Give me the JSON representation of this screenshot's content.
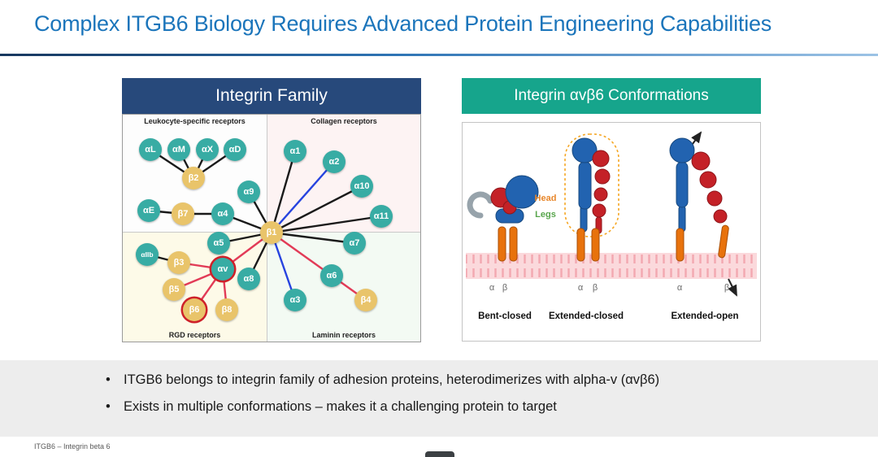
{
  "slide": {
    "title": "Complex ITGB6 Biology Requires Advanced Protein Engineering Capabilities",
    "footer": "ITGB6 – Integrin beta 6"
  },
  "colors": {
    "title_blue": "#1B75BB",
    "family_header": "#27497B",
    "conformations_header": "#16A58C",
    "alpha_node": "#38ACA4",
    "beta_node": "#E9C46A",
    "highlight_ring": "#CE2029",
    "edge_black": "#1a1a1a",
    "edge_blue": "#2743DF",
    "edge_red": "#E23B57"
  },
  "family": {
    "title": "Integrin Family",
    "quadrants": {
      "top_left": "Leukocyte-specific receptors",
      "top_right": "Collagen receptors",
      "bottom_left": "RGD receptors",
      "bottom_right": "Laminin receptors"
    },
    "nodes": [
      {
        "label": "αL",
        "type": "alpha"
      },
      {
        "label": "αM",
        "type": "alpha"
      },
      {
        "label": "αX",
        "type": "alpha"
      },
      {
        "label": "αD",
        "type": "alpha"
      },
      {
        "label": "β2",
        "type": "beta"
      },
      {
        "label": "α9",
        "type": "alpha"
      },
      {
        "label": "αE",
        "type": "alpha"
      },
      {
        "label": "β7",
        "type": "beta"
      },
      {
        "label": "α4",
        "type": "alpha"
      },
      {
        "label": "α1",
        "type": "alpha"
      },
      {
        "label": "α2",
        "type": "alpha"
      },
      {
        "label": "α10",
        "type": "alpha"
      },
      {
        "label": "α11",
        "type": "alpha"
      },
      {
        "label": "β1",
        "type": "beta"
      },
      {
        "label": "α5",
        "type": "alpha"
      },
      {
        "label": "α7",
        "type": "alpha"
      },
      {
        "label": "αIIb",
        "type": "alpha"
      },
      {
        "label": "β3",
        "type": "beta"
      },
      {
        "label": "αv",
        "type": "alpha",
        "highlighted": true
      },
      {
        "label": "α8",
        "type": "alpha"
      },
      {
        "label": "α6",
        "type": "alpha"
      },
      {
        "label": "β5",
        "type": "beta"
      },
      {
        "label": "α3",
        "type": "alpha"
      },
      {
        "label": "β4",
        "type": "beta"
      },
      {
        "label": "β6",
        "type": "beta",
        "highlighted": true
      },
      {
        "label": "β8",
        "type": "beta"
      }
    ],
    "edges": [
      {
        "from": "β2",
        "to": "αL",
        "color": "black"
      },
      {
        "from": "β2",
        "to": "αM",
        "color": "black"
      },
      {
        "from": "β2",
        "to": "αX",
        "color": "black"
      },
      {
        "from": "β2",
        "to": "αD",
        "color": "black"
      },
      {
        "from": "β7",
        "to": "αE",
        "color": "black"
      },
      {
        "from": "β7",
        "to": "α4",
        "color": "black"
      },
      {
        "from": "β1",
        "to": "α4",
        "color": "black"
      },
      {
        "from": "β1",
        "to": "α9",
        "color": "black"
      },
      {
        "from": "β1",
        "to": "α1",
        "color": "black"
      },
      {
        "from": "β1",
        "to": "α10",
        "color": "black"
      },
      {
        "from": "β1",
        "to": "α11",
        "color": "black"
      },
      {
        "from": "β1",
        "to": "α7",
        "color": "black"
      },
      {
        "from": "β1",
        "to": "α5",
        "color": "black"
      },
      {
        "from": "β1",
        "to": "α8",
        "color": "black"
      },
      {
        "from": "αIIb",
        "to": "β3",
        "color": "black"
      },
      {
        "from": "β1",
        "to": "α2",
        "color": "blue"
      },
      {
        "from": "β1",
        "to": "α3",
        "color": "blue"
      },
      {
        "from": "β1",
        "to": "αv",
        "color": "red"
      },
      {
        "from": "αv",
        "to": "β3",
        "color": "red"
      },
      {
        "from": "αv",
        "to": "β5",
        "color": "red"
      },
      {
        "from": "αv",
        "to": "β6",
        "color": "red"
      },
      {
        "from": "αv",
        "to": "β8",
        "color": "red"
      },
      {
        "from": "β1",
        "to": "α6",
        "color": "red"
      },
      {
        "from": "α6",
        "to": "β4",
        "color": "red"
      }
    ]
  },
  "conformations": {
    "title": "Integrin αvβ6 Conformations",
    "head_label": "Head",
    "legs_label": "Legs",
    "alpha_label": "α",
    "beta_label": "β",
    "states": [
      "Bent-closed",
      "Extended-closed",
      "Extended-open"
    ]
  },
  "bullets": [
    "ITGB6 belongs to integrin family of adhesion proteins, heterodimerizes with alpha-v (αvβ6)",
    "Exists in multiple conformations – makes it a challenging protein to target"
  ]
}
